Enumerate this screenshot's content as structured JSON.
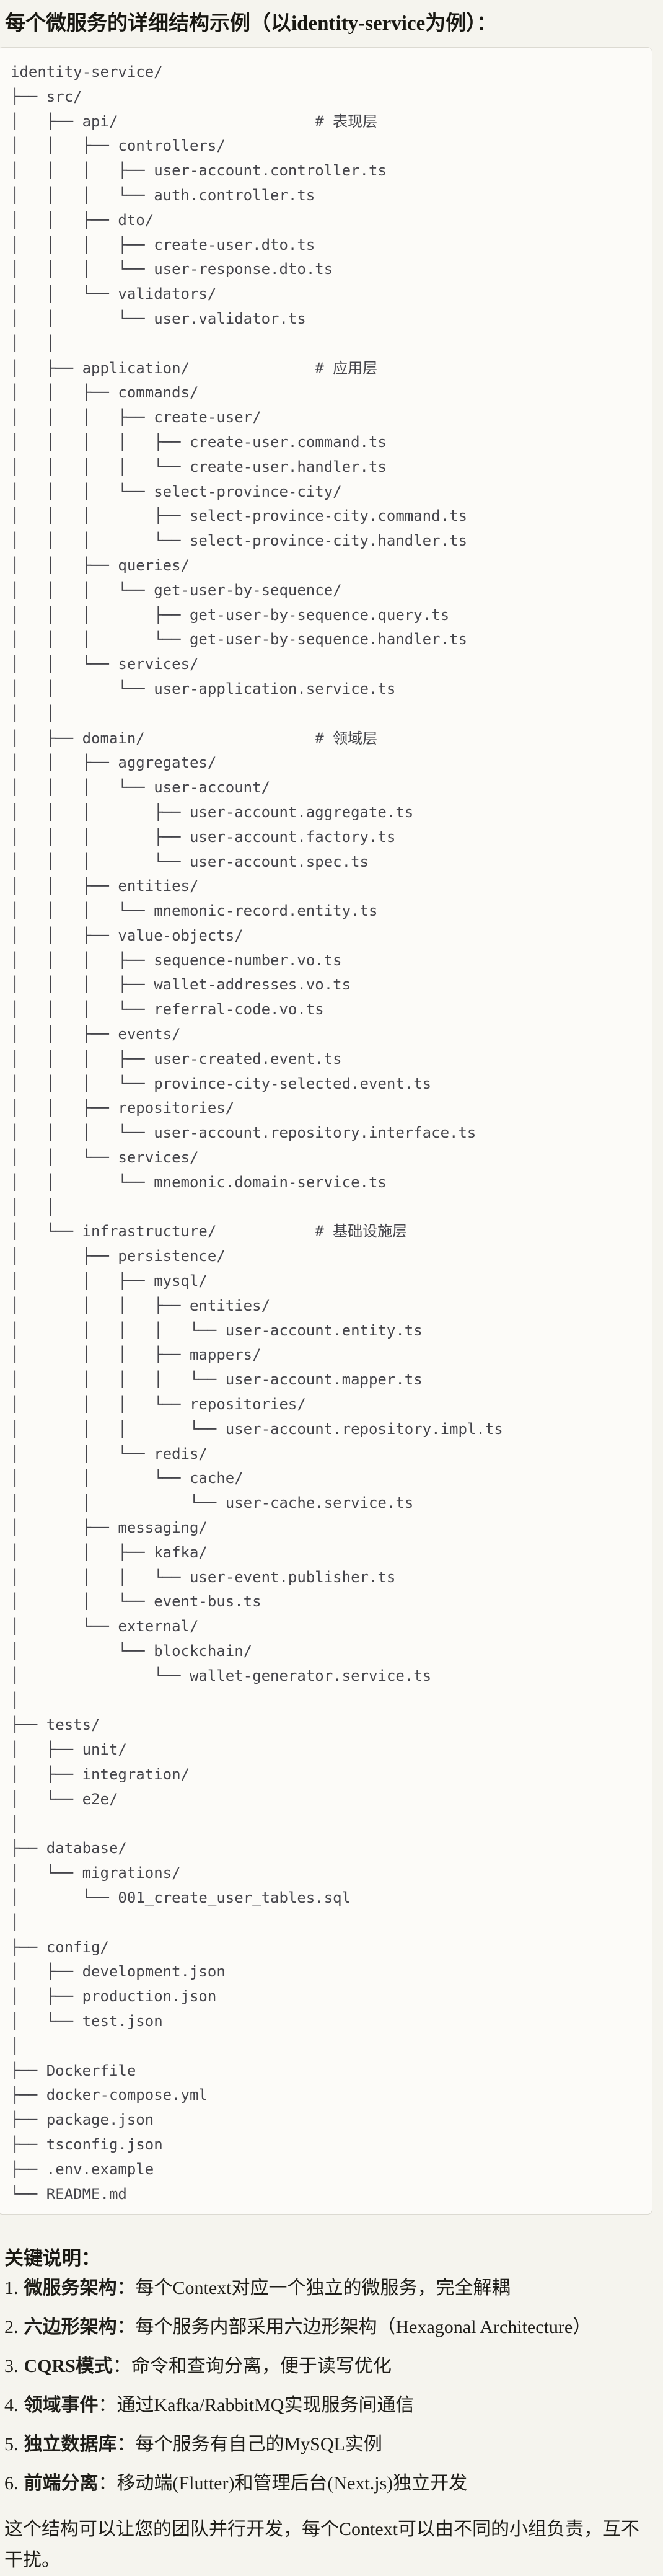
{
  "title": "每个微服务的详细结构示例（以identity-service为例）：",
  "code_block": {
    "comments": [
      "# 表现层",
      "# 应用层",
      "# 领域层",
      "# 基础设施层"
    ],
    "lines": [
      "identity-service/",
      "├── src/",
      "│   ├── api/                      # 表现层",
      "│   │   ├── controllers/",
      "│   │   │   ├── user-account.controller.ts",
      "│   │   │   └── auth.controller.ts",
      "│   │   ├── dto/",
      "│   │   │   ├── create-user.dto.ts",
      "│   │   │   └── user-response.dto.ts",
      "│   │   └── validators/",
      "│   │       └── user.validator.ts",
      "│   │",
      "│   ├── application/              # 应用层",
      "│   │   ├── commands/",
      "│   │   │   ├── create-user/",
      "│   │   │   │   ├── create-user.command.ts",
      "│   │   │   │   └── create-user.handler.ts",
      "│   │   │   └── select-province-city/",
      "│   │   │       ├── select-province-city.command.ts",
      "│   │   │       └── select-province-city.handler.ts",
      "│   │   ├── queries/",
      "│   │   │   └── get-user-by-sequence/",
      "│   │   │       ├── get-user-by-sequence.query.ts",
      "│   │   │       └── get-user-by-sequence.handler.ts",
      "│   │   └── services/",
      "│   │       └── user-application.service.ts",
      "│   │",
      "│   ├── domain/                   # 领域层",
      "│   │   ├── aggregates/",
      "│   │   │   └── user-account/",
      "│   │   │       ├── user-account.aggregate.ts",
      "│   │   │       ├── user-account.factory.ts",
      "│   │   │       └── user-account.spec.ts",
      "│   │   ├── entities/",
      "│   │   │   └── mnemonic-record.entity.ts",
      "│   │   ├── value-objects/",
      "│   │   │   ├── sequence-number.vo.ts",
      "│   │   │   ├── wallet-addresses.vo.ts",
      "│   │   │   └── referral-code.vo.ts",
      "│   │   ├── events/",
      "│   │   │   ├── user-created.event.ts",
      "│   │   │   └── province-city-selected.event.ts",
      "│   │   ├── repositories/",
      "│   │   │   └── user-account.repository.interface.ts",
      "│   │   └── services/",
      "│   │       └── mnemonic.domain-service.ts",
      "│   │",
      "│   └── infrastructure/           # 基础设施层",
      "│       ├── persistence/",
      "│       │   ├── mysql/",
      "│       │   │   ├── entities/",
      "│       │   │   │   └── user-account.entity.ts",
      "│       │   │   ├── mappers/",
      "│       │   │   │   └── user-account.mapper.ts",
      "│       │   │   └── repositories/",
      "│       │   │       └── user-account.repository.impl.ts",
      "│       │   └── redis/",
      "│       │       └── cache/",
      "│       │           └── user-cache.service.ts",
      "│       ├── messaging/",
      "│       │   ├── kafka/",
      "│       │   │   └── user-event.publisher.ts",
      "│       │   └── event-bus.ts",
      "│       └── external/",
      "│           └── blockchain/",
      "│               └── wallet-generator.service.ts",
      "│",
      "├── tests/",
      "│   ├── unit/",
      "│   ├── integration/",
      "│   └── e2e/",
      "│",
      "├── database/",
      "│   └── migrations/",
      "│       └── 001_create_user_tables.sql",
      "│",
      "├── config/",
      "│   ├── development.json",
      "│   ├── production.json",
      "│   └── test.json",
      "│",
      "├── Dockerfile",
      "├── docker-compose.yml",
      "├── package.json",
      "├── tsconfig.json",
      "├── .env.example",
      "└── README.md"
    ]
  },
  "notes": {
    "heading": "关键说明：",
    "items": [
      {
        "num": "1.",
        "term": "微服务架构",
        "desc": "：每个Context对应一个独立的微服务，完全解耦"
      },
      {
        "num": "2.",
        "term": "六边形架构",
        "desc": "：每个服务内部采用六边形架构（Hexagonal Architecture）"
      },
      {
        "num": "3.",
        "term": "CQRS模式",
        "desc": "：命令和查询分离，便于读写优化"
      },
      {
        "num": "4.",
        "term": "领域事件",
        "desc": "：通过Kafka/RabbitMQ实现服务间通信"
      },
      {
        "num": "5.",
        "term": "独立数据库",
        "desc": "：每个服务有自己的MySQL实例"
      },
      {
        "num": "6.",
        "term": "前端分离",
        "desc": "：移动端(Flutter)和管理后台(Next.js)独立开发"
      }
    ],
    "closing": "这个结构可以让您的团队并行开发，每个Context可以由不同的小组负责，互不干扰。"
  },
  "colors": {
    "page_background": "#F5F4EE",
    "code_background": "#FCFBF8",
    "code_border": "#DCDAD2",
    "code_text": "#45454B",
    "prose_text": "#1F1E19"
  }
}
